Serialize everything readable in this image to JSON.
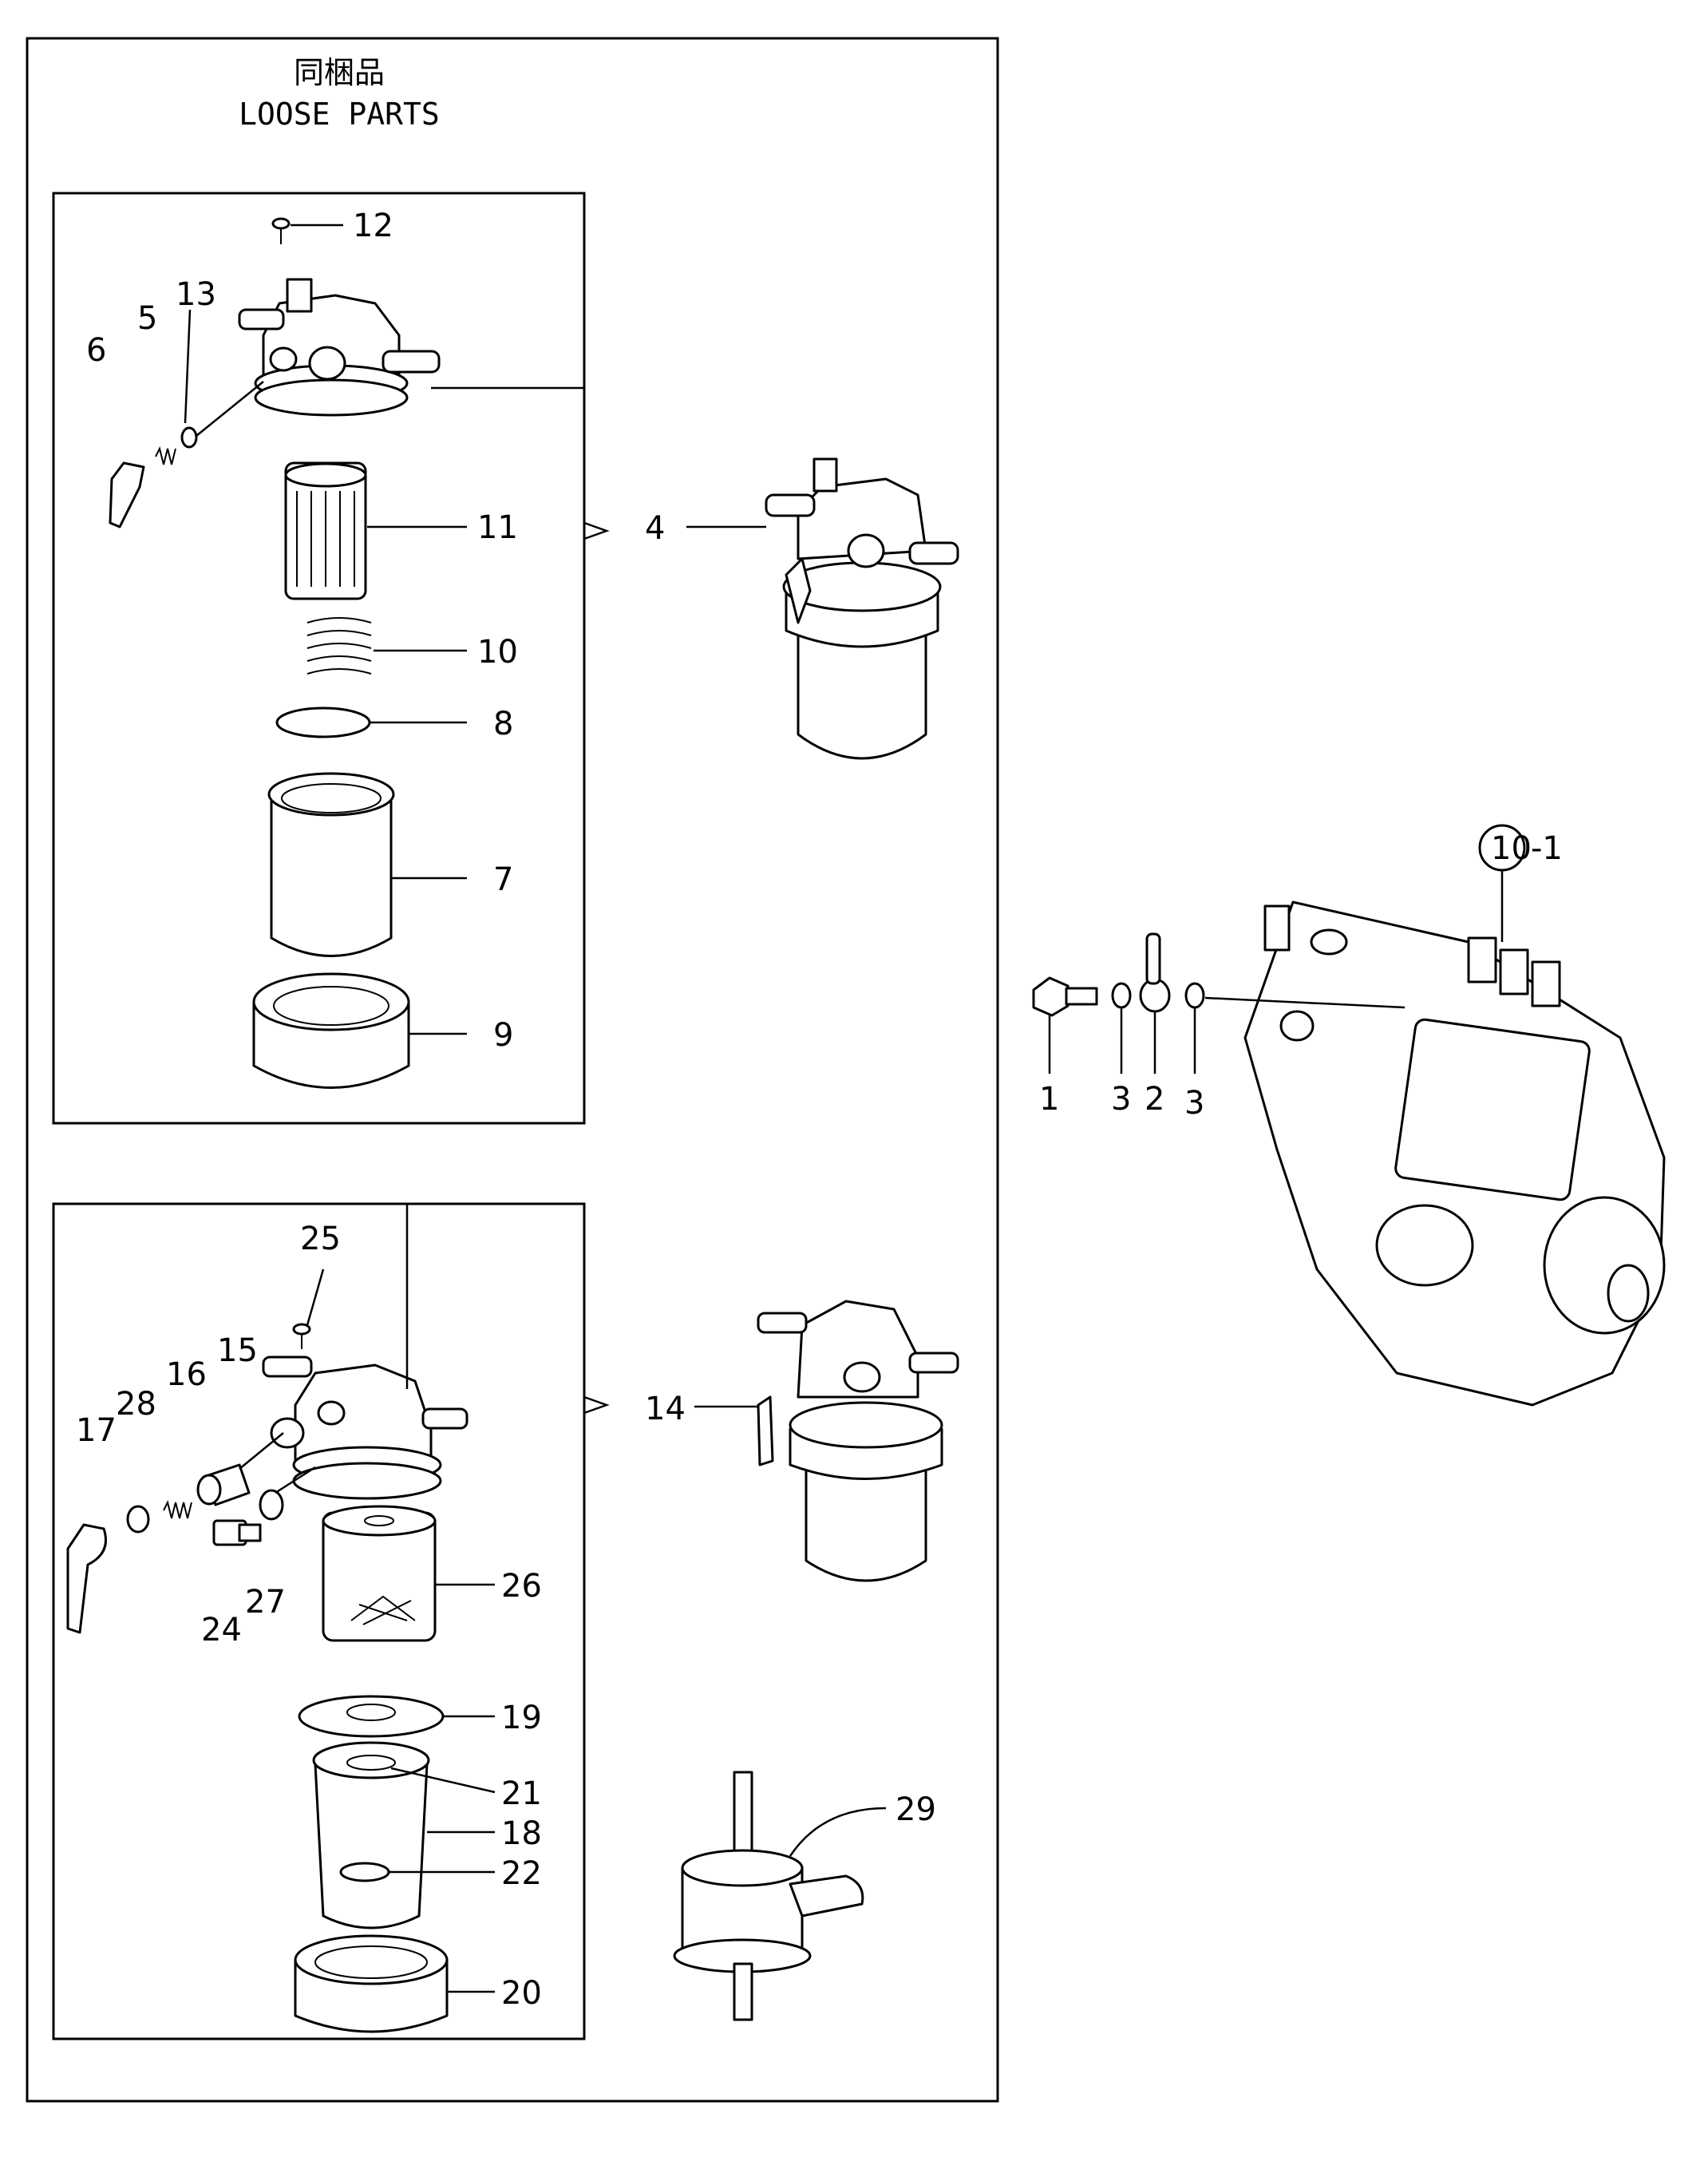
{
  "header": {
    "jp": "同梱品",
    "en": "LOOSE PARTS"
  },
  "callouts": {
    "c1": "1",
    "c2": "2",
    "c3a": "3",
    "c3b": "3",
    "c4": "4",
    "c5": "5",
    "c6": "6",
    "c7": "7",
    "c8": "8",
    "c9": "9",
    "c10": "10",
    "c10suffix": "-1",
    "c11": "11",
    "c12": "12",
    "c13": "13",
    "c14": "14",
    "c15": "15",
    "c16": "16",
    "c17": "17",
    "c18": "18",
    "c19": "19",
    "c20": "20",
    "c21": "21",
    "c22": "22",
    "c24": "24",
    "c25": "25",
    "c26": "26",
    "c27": "27",
    "c28": "28",
    "c29": "29"
  }
}
